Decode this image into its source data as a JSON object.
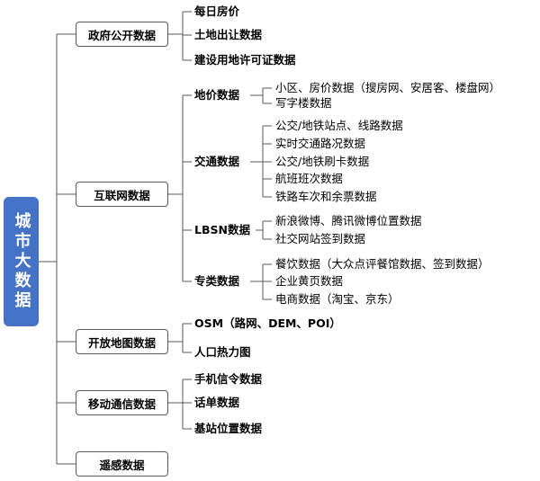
{
  "root": "城市大数据",
  "colors": {
    "root_fill": "#4472c4",
    "line": "#595959",
    "text": "#000000"
  },
  "categories": [
    {
      "label": "政府公开数据",
      "items": [
        "每日房价",
        "土地出让数据",
        "建设用地许可证数据"
      ]
    },
    {
      "label": "互联网数据",
      "groups": [
        {
          "label": "地价数据",
          "items": [
            "小区、房价数据（搜房网、安居客、楼盘网）",
            "写字楼数据"
          ]
        },
        {
          "label": "交通数据",
          "items": [
            "公交/地铁站点、线路数据",
            "实时交通路况数据",
            "公交/地铁刷卡数据",
            "航班班次数据",
            "铁路车次和余票数据"
          ]
        },
        {
          "label": "LBSN数据",
          "items": [
            "新浪微博、腾讯微博位置数据",
            "社交网站签到数据"
          ]
        },
        {
          "label": "专类数据",
          "items": [
            "餐饮数据（大众点评餐馆数据、签到数据）",
            "企业黄页数据",
            "电商数据（淘宝、京东）"
          ]
        }
      ]
    },
    {
      "label": "开放地图数据",
      "items": [
        "OSM（路网、DEM、POI）",
        "人口热力图"
      ]
    },
    {
      "label": "移动通信数据",
      "items": [
        "手机信令数据",
        "话单数据",
        "基站位置数据"
      ]
    },
    {
      "label": "遥感数据",
      "items": []
    }
  ]
}
